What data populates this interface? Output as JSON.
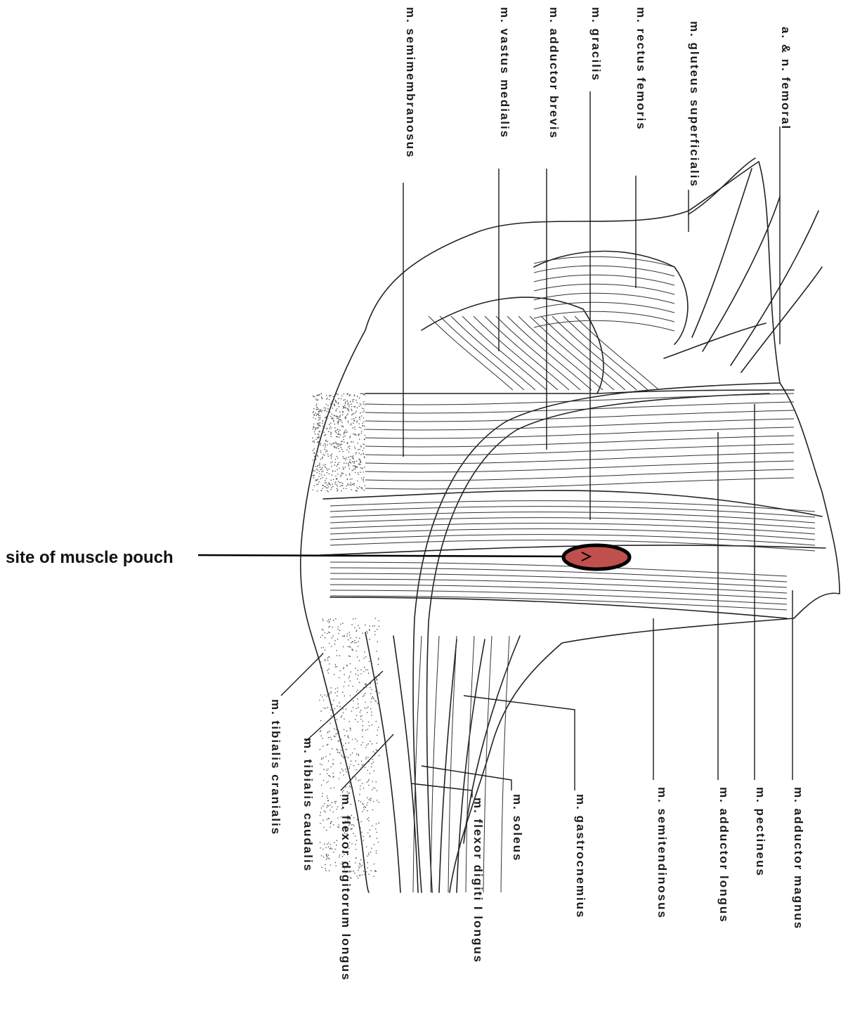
{
  "annotation": {
    "text": "site of muscle pouch",
    "marker_color": "#c0504d"
  },
  "labels": {
    "femoral": "a. & n. femoral",
    "gluteus": "m. gluteus superficialis",
    "rectus": "m. rectus femoris",
    "gracilis": "m. gracilis",
    "adductor_brevis": "m. adductor brevis",
    "vastus_medialis": "m. vastus medialis",
    "semimembranosus": "m. semimembranosus",
    "adductor_magnus": "m. adductor magnus",
    "pectineus": "m. pectineus",
    "adductor_longus": "m. adductor longus",
    "semitendinosus": "m. semitendinosus",
    "gastrocnemius": "m. gastrocnemius",
    "soleus": "m. soleus",
    "flexor_digiti": "m. flexor digiti I longus",
    "flexor_digitorum": "m. flexor digitorum longus",
    "tibialis_caudalis": "m. tibialis caudalis",
    "tibialis_cranialis": "m. tibialis cranialis"
  }
}
